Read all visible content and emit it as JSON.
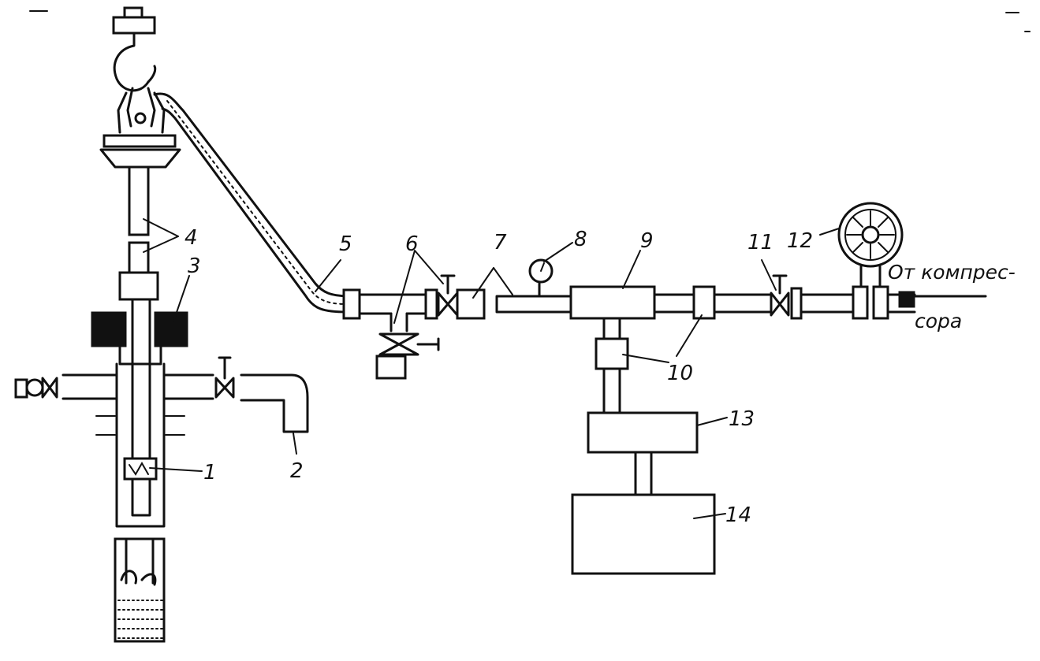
{
  "labels": {
    "l1": "1",
    "l2": "2",
    "l3": "3",
    "l4": "4",
    "l5": "5",
    "l6": "6",
    "l7": "7",
    "l8": "8",
    "l9": "9",
    "l10": "10",
    "l11": "11",
    "l12": "12",
    "l13": "13",
    "l14": "14"
  },
  "caption": {
    "line1": "От компрес-",
    "line2": "сора"
  }
}
